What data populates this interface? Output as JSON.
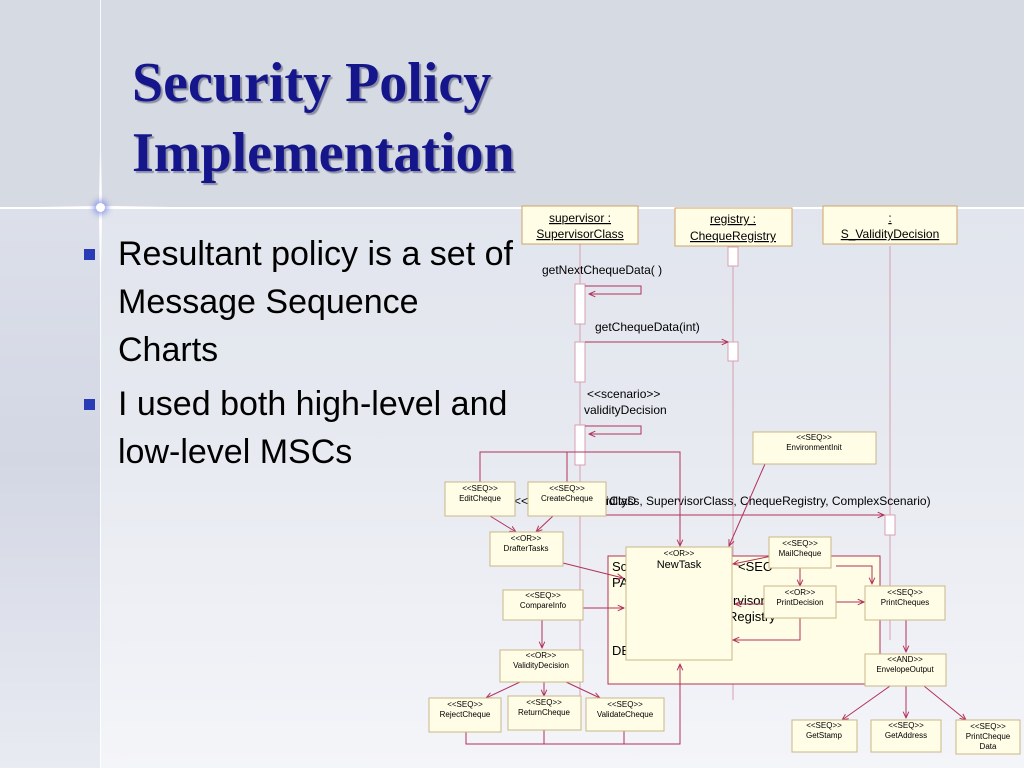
{
  "slide": {
    "title_lines": [
      "Security Policy",
      "Implementation"
    ],
    "bullets": [
      "Resultant policy is a set of Message Sequence Charts",
      "I used both high-level and low-level MSCs"
    ],
    "colors": {
      "title": "#16168c",
      "bullet_marker": "#2a3bb6",
      "arrow": "#b2325a"
    }
  },
  "sequence_diagram": {
    "lifelines": [
      {
        "name": "supervisor :",
        "type": "SupervisorClass"
      },
      {
        "name": "registry :",
        "type": "ChequeRegistry"
      },
      {
        "name": ":",
        "type": "S_ValidityDecision"
      }
    ],
    "messages": [
      "getNextChequeData( )",
      "getChequeData(int)",
      "<<scenario>>",
      "validityDecision",
      "<<scenario>> validityD",
      "fterClass, SupervisorClass, ChequeRegistry, ComplexScenario)"
    ],
    "frame_text": [
      "Sc",
      "<SEC",
      "PA",
      "rvisor",
      "Registry",
      "DE"
    ]
  },
  "task_graph": {
    "nodes": [
      {
        "stereotype": "<<SEQ>>",
        "name": "EnvironmentInit"
      },
      {
        "stereotype": "<<SEQ>>",
        "name": "EditCheque"
      },
      {
        "stereotype": "<<SEQ>>",
        "name": "CreateCheque"
      },
      {
        "stereotype": "<<OR>>",
        "name": "DrafterTasks"
      },
      {
        "stereotype": "<<SEQ>>",
        "name": "MailCheque"
      },
      {
        "stereotype": "<<OR>>",
        "name": "NewTask"
      },
      {
        "stereotype": "<<OR>>",
        "name": "PrintDecision"
      },
      {
        "stereotype": "<<SEQ>>",
        "name": "PrintCheques"
      },
      {
        "stereotype": "<<SEQ>>",
        "name": "CompareInfo"
      },
      {
        "stereotype": "<<OR>>",
        "name": "ValidityDecision"
      },
      {
        "stereotype": "<<AND>>",
        "name": "EnvelopeOutput"
      },
      {
        "stereotype": "<<SEQ>>",
        "name": "RejectCheque"
      },
      {
        "stereotype": "<<SEQ>>",
        "name": "ReturnCheque"
      },
      {
        "stereotype": "<<SEQ>>",
        "name": "ValidateCheque"
      },
      {
        "stereotype": "<<SEQ>>",
        "name": "GetStamp"
      },
      {
        "stereotype": "<<SEQ>>",
        "name": "GetAddress"
      },
      {
        "stereotype": "<<SEQ>>",
        "name": "PrintCheque Data"
      }
    ]
  }
}
